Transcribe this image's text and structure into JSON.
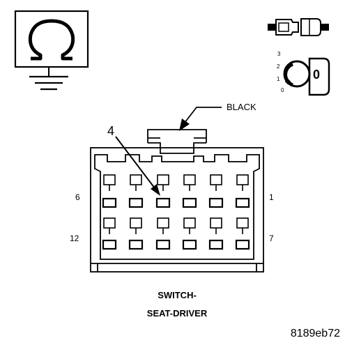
{
  "symbols": {
    "ohmmeter_icon": "ohmmeter-ground-icon",
    "connector_icon": "connector-disconnect-icon",
    "ignition_icon": "ignition-key-icon",
    "ignition_key_label": "0",
    "ignition_positions": [
      "3",
      "2",
      "1",
      "0"
    ]
  },
  "connector": {
    "color_callout": "BLACK",
    "pin_callout": "4",
    "pin_labels": {
      "top_left": "6",
      "top_right": "1",
      "bottom_left": "12",
      "bottom_right": "7"
    },
    "title_line1": "SWITCH-",
    "title_line2": "SEAT-DRIVER"
  },
  "figure_id": "8189eb72",
  "colors": {
    "ink": "#000000",
    "paper": "#ffffff"
  }
}
